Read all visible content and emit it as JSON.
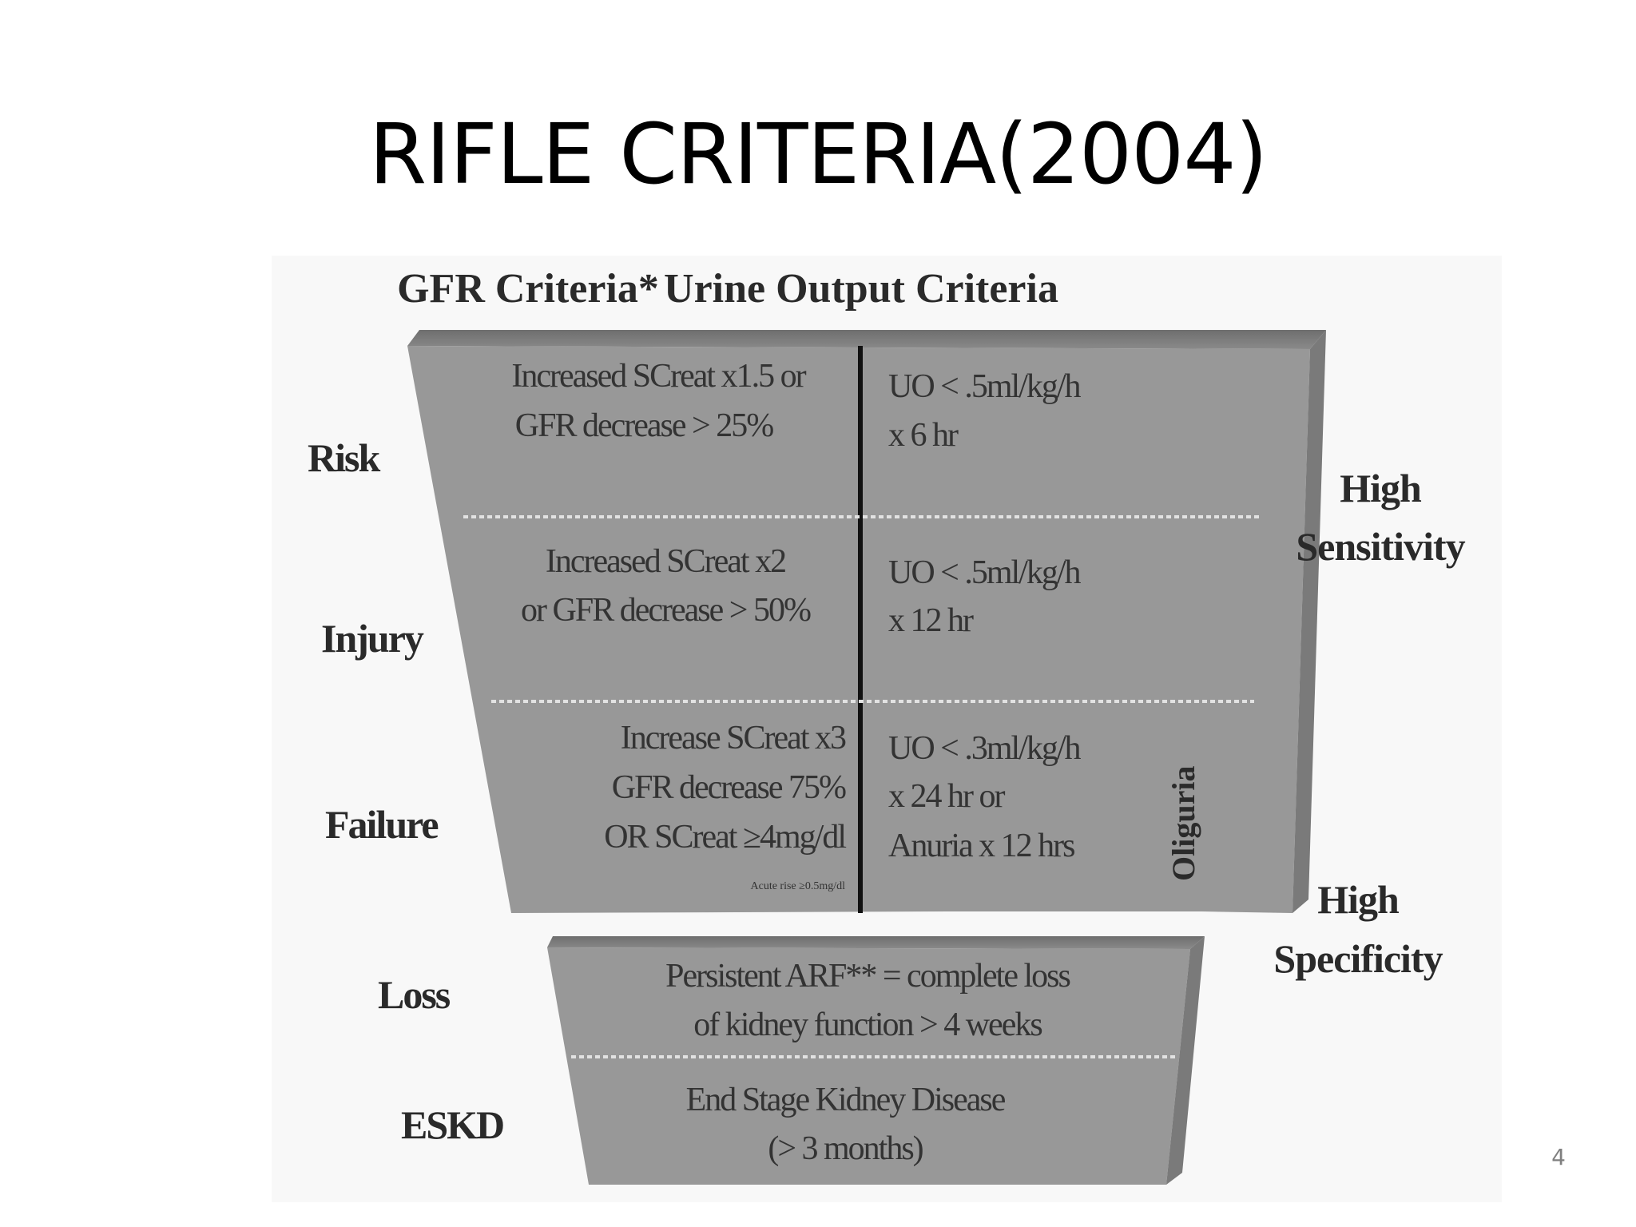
{
  "slide": {
    "title": "RIFLE CRITERIA(2004)",
    "number": "4"
  },
  "diagram": {
    "headers": {
      "gfr": "GFR Criteria*",
      "urine": "Urine Output Criteria"
    },
    "stages": [
      {
        "label": "Risk",
        "gfr": [
          "Increased SCreat x1.5 or",
          "GFR decrease > 25%"
        ],
        "uo": [
          "UO < .5ml/kg/h",
          "x 6 hr"
        ]
      },
      {
        "label": "Injury",
        "gfr": [
          "Increased SCreat x2",
          "or GFR decrease > 50%"
        ],
        "uo": [
          "UO < .5ml/kg/h",
          "x 12 hr"
        ]
      },
      {
        "label": "Failure",
        "gfr": [
          "Increase SCreat x3",
          "GFR decrease 75%",
          "OR SCreat ≥4mg/dl"
        ],
        "gfr_note": "Acute rise ≥0.5mg/dl",
        "uo": [
          "UO < .3ml/kg/h",
          "x 24 hr or",
          "Anuria x 12 hrs"
        ]
      }
    ],
    "oliguria_label": "Oliguria",
    "outcomes": [
      {
        "label": "Loss",
        "lines": [
          "Persistent ARF** = complete loss",
          "of kidney function > 4 weeks"
        ]
      },
      {
        "label": "ESKD",
        "lines": [
          "End Stage Kidney Disease",
          "(> 3 months)"
        ]
      }
    ],
    "sensitivity": [
      "High",
      "Sensitivity"
    ],
    "specificity": [
      "High",
      "Specificity"
    ]
  }
}
